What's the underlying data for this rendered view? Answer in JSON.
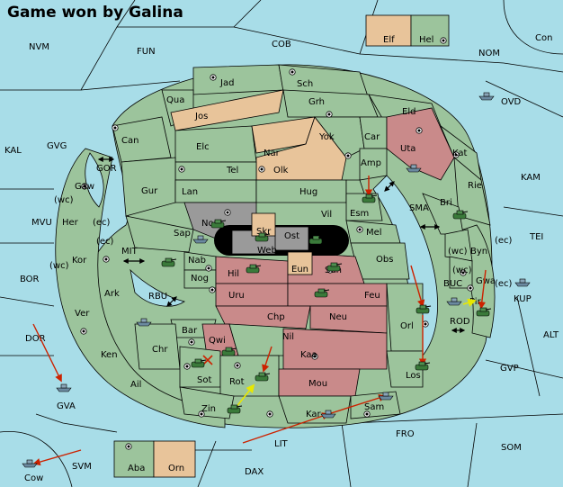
{
  "title": "Game won by Galina",
  "colors": {
    "sea": "#a8dde8",
    "land": "#9cc49c",
    "owner_tan": "#e8c49a",
    "owner_red": "#c98a8a",
    "neutral": "#9a9a9a",
    "arrow_move": "#cc2200",
    "arrow_support": "#e8e800",
    "unit": "#3a7a3a"
  },
  "provinces": {
    "sea": [
      "NVM",
      "FUN",
      "COB",
      "NOM",
      "Con",
      "OVD",
      "KAL",
      "GVG",
      "GOR",
      "KAM",
      "MVU",
      "MIT",
      "SMA",
      "TEI",
      "BOR",
      "RBU",
      "BUC",
      "KUP",
      "DOR",
      "ROD",
      "ALT",
      "GVP",
      "GVA",
      "FRO",
      "SOM",
      "SVM",
      "LIT",
      "DAX",
      "Cow"
    ],
    "land": [
      "Jad",
      "Sch",
      "Qua",
      "Grh",
      "Can",
      "Jos",
      "Eld",
      "Yok",
      "Car",
      "Elc",
      "Nar",
      "Uta",
      "Tel",
      "Olk",
      "Amp",
      "Kat",
      "Gaw",
      "Gur",
      "Lan",
      "Hug",
      "Rie",
      "Her",
      "Vil",
      "Esm",
      "Nor",
      "Skr",
      "Ost",
      "Bri",
      "Sap",
      "Web",
      "Mel",
      "Kor",
      "Nab",
      "Eun",
      "Obs",
      "Byn",
      "Hil",
      "Sun",
      "Gwa",
      "Nog",
      "Ark",
      "Uru",
      "Feu",
      "Pir",
      "Ver",
      "Chp",
      "Neu",
      "Orl",
      "Bar",
      "Qwi",
      "Nil",
      "Ken",
      "Chr",
      "Kaa",
      "Los",
      "Sot",
      "Rot",
      "Ail",
      "Mou",
      "Zin",
      "Kar",
      "Sam",
      "Elf",
      "Hel",
      "Aba",
      "Orn"
    ],
    "coast_markers": [
      "(wc)",
      "(ec)",
      "(ec)",
      "(wc)",
      "(wc)",
      "(ec)",
      "(wc)",
      "(ec)"
    ]
  },
  "icons": [
    "army-tank-icon",
    "fleet-ship-icon",
    "supply-center-icon",
    "move-arrow-icon",
    "support-arrow-icon",
    "double-arrow-icon"
  ]
}
